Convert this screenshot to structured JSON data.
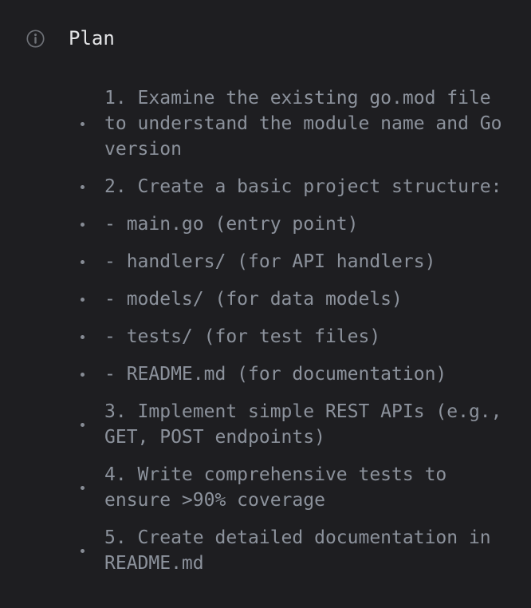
{
  "header": {
    "title": "Plan",
    "icon": "info-circle"
  },
  "plan_items": [
    "1. Examine the existing go.mod file to understand the module name and Go version",
    "2. Create a basic project structure:",
    "- main.go (entry point)",
    "- handlers/ (for API handlers)",
    "- models/ (for data models)",
    "- tests/ (for test files)",
    "- README.md (for documentation)",
    "3. Implement simple REST APIs (e.g., GET, POST endpoints)",
    "4. Write comprehensive tests to ensure >90% coverage",
    "5. Create detailed documentation in README.md"
  ],
  "colors": {
    "background": "#1e1e21",
    "title": "#e3e4e6",
    "text": "#8c929c",
    "bullet": "#878c95",
    "icon": "#6e7177"
  }
}
